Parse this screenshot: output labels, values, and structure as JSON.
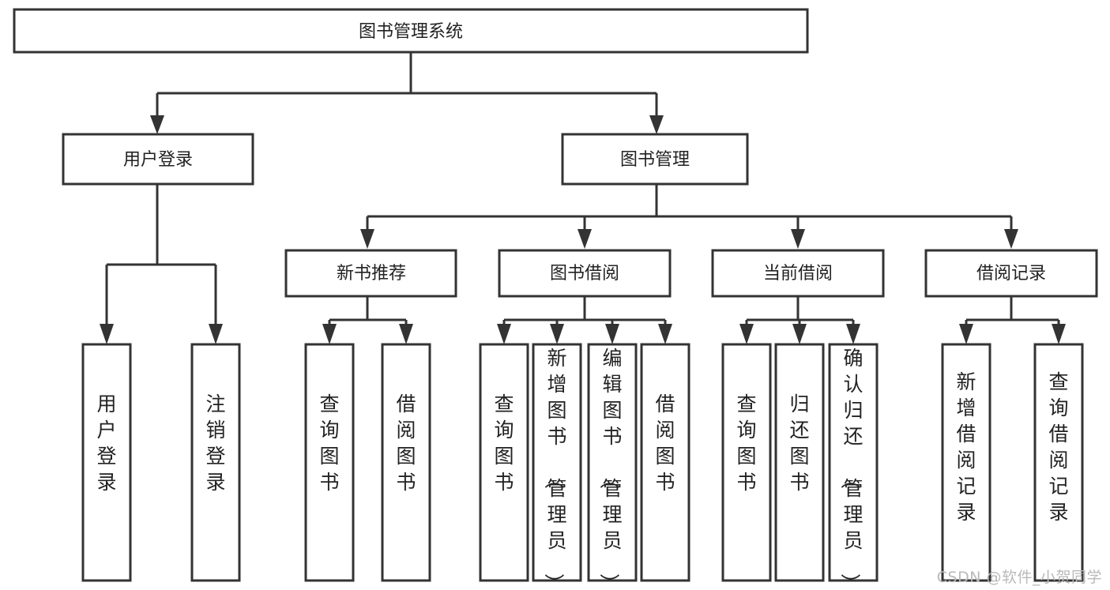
{
  "diagram": {
    "title": "图书管理系统",
    "type": "tree",
    "orientation": "top-down",
    "colors": {
      "box_stroke": "#333333",
      "box_fill": "#ffffff",
      "text": "#222222",
      "background": "#ffffff",
      "watermark": "#b9b9b9"
    }
  },
  "nodes": {
    "root": {
      "label": "图书管理系统",
      "level": 0,
      "orientation": "horizontal"
    },
    "level1": [
      {
        "id": "user-login",
        "label": "用户登录",
        "orientation": "horizontal"
      },
      {
        "id": "book-management",
        "label": "图书管理",
        "orientation": "horizontal"
      }
    ],
    "level2": [
      {
        "id": "new-book-recommend",
        "label": "新书推荐",
        "parent": "book-management",
        "orientation": "horizontal"
      },
      {
        "id": "book-borrow",
        "label": "图书借阅",
        "parent": "book-management",
        "orientation": "horizontal"
      },
      {
        "id": "current-borrow",
        "label": "当前借阅",
        "parent": "book-management",
        "orientation": "horizontal"
      },
      {
        "id": "borrow-record",
        "label": "借阅记录",
        "parent": "book-management",
        "orientation": "horizontal"
      }
    ],
    "leaves": [
      {
        "id": "leaf-user-login",
        "label": "用户登录",
        "parent": "user-login",
        "orientation": "vertical"
      },
      {
        "id": "leaf-logout-login",
        "label": "注销登录",
        "parent": "user-login",
        "orientation": "vertical"
      },
      {
        "id": "leaf-query-book-1",
        "label": "查询图书",
        "parent": "new-book-recommend",
        "orientation": "vertical"
      },
      {
        "id": "leaf-borrow-book-1",
        "label": "借阅图书",
        "parent": "new-book-recommend",
        "orientation": "vertical"
      },
      {
        "id": "leaf-query-book-2",
        "label": "查询图书",
        "parent": "book-borrow",
        "orientation": "vertical"
      },
      {
        "id": "leaf-add-book",
        "label": "新增图书（管理员）",
        "parent": "book-borrow",
        "orientation": "vertical"
      },
      {
        "id": "leaf-edit-book",
        "label": "编辑图书（管理员）",
        "parent": "book-borrow",
        "orientation": "vertical"
      },
      {
        "id": "leaf-borrow-book-2",
        "label": "借阅图书",
        "parent": "book-borrow",
        "orientation": "vertical"
      },
      {
        "id": "leaf-query-book-3",
        "label": "查询图书",
        "parent": "current-borrow",
        "orientation": "vertical"
      },
      {
        "id": "leaf-return-book",
        "label": "归还图书",
        "parent": "current-borrow",
        "orientation": "vertical"
      },
      {
        "id": "leaf-confirm-return",
        "label": "确认归还（管理员）",
        "parent": "current-borrow",
        "orientation": "vertical"
      },
      {
        "id": "leaf-add-record",
        "label": "新增借阅记录",
        "parent": "borrow-record",
        "orientation": "vertical"
      },
      {
        "id": "leaf-query-record",
        "label": "查询借阅记录",
        "parent": "borrow-record",
        "orientation": "vertical"
      }
    ]
  },
  "watermark": {
    "text": "CSDN @软件_小贺同学"
  }
}
